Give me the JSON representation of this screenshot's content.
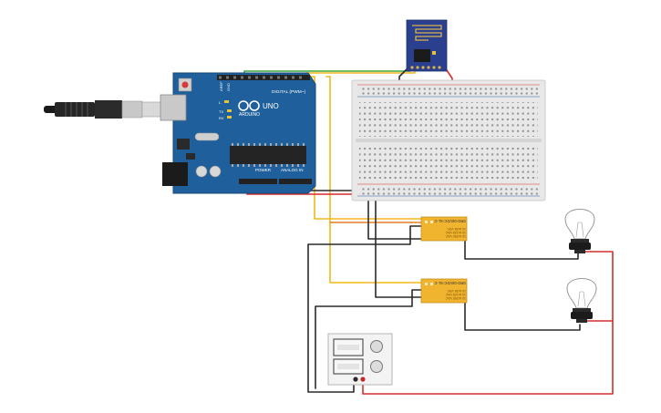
{
  "arduino": {
    "brand": "ARDUINO",
    "model": "UNO",
    "digital_header": "DIGITAL (PWM~)",
    "power_header": "POWER",
    "analog_header": "ANALOG IN",
    "aref": "AREF",
    "gnd": "GND",
    "tx": "TX",
    "rx": "RX",
    "led_l": "L"
  },
  "relays": [
    {
      "spec1": "10 A/250 VAC",
      "spec2": "15 A/125 VAC",
      "spec3": "10 A/28 VDC",
      "model": "SRD-05VDC-SL-C"
    },
    {
      "spec1": "10 A/250 VAC",
      "spec2": "15 A/125 VAC",
      "spec3": "10 A/28 VDC",
      "model": "SRD-05VDC-SL-C"
    }
  ],
  "colors": {
    "board_blue": "#1f5f9c",
    "breadboard": "#e8e8e8",
    "wire_red": "#d62d2d",
    "wire_black": "#2a2a2a",
    "wire_green": "#3fa63f",
    "wire_yellow": "#f2b81c",
    "wire_orange": "#e67e22",
    "relay": "#f0b42e",
    "esp_blue": "#2b3f8f"
  },
  "icons": [
    "usb-cable-icon",
    "lightbulb-icon",
    "power-supply-icon"
  ]
}
